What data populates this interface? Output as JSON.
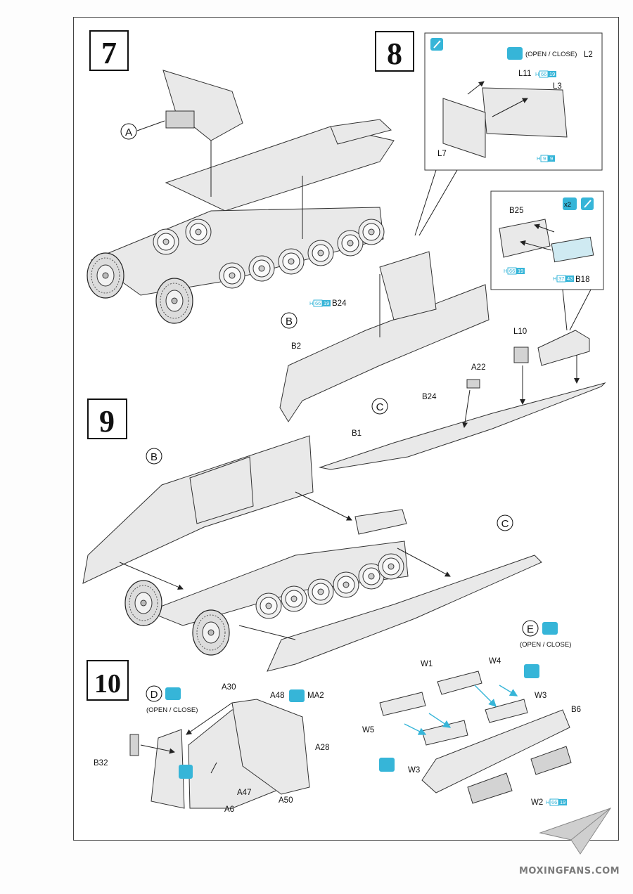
{
  "steps": {
    "s7": "7",
    "s8": "8",
    "s9": "9",
    "s10": "10"
  },
  "subassemblies": {
    "A": "A",
    "B": "B",
    "C": "C",
    "D": "D",
    "E": "E"
  },
  "notes": {
    "open_close_8": "(OPEN / CLOSE)",
    "open_close_e": "(OPEN / CLOSE)",
    "open_close_d": "(OPEN / CLOSE)",
    "x2": "x2"
  },
  "parts": {
    "L2": "L2",
    "L11": "L11",
    "L3": "L3",
    "L7": "L7",
    "B25": "B25",
    "B18": "B18",
    "B24_top": "B24",
    "B2": "B2",
    "L10": "L10",
    "A22": "A22",
    "B24": "B24",
    "B1": "B1",
    "W1": "W1",
    "W4": "W4",
    "W3a": "W3",
    "W5": "W5",
    "W3b": "W3",
    "B6": "B6",
    "W2": "W2",
    "A30": "A30",
    "A48": "A48",
    "MA2": "MA2",
    "A28": "A28",
    "B32": "B32",
    "A47": "A47",
    "A50": "A50",
    "A6": "A6"
  },
  "paint_codes": {
    "h66_19_a": {
      "h": "H",
      "c1": "66",
      "c2": "19"
    },
    "h9_9": {
      "h": "H",
      "c1": "9",
      "c2": "9"
    },
    "h66_19_b": {
      "h": "H",
      "c1": "66",
      "c2": "19"
    },
    "h37_43": {
      "h": "H",
      "c1": "37",
      "c2": "43"
    },
    "h66_19_c": {
      "h": "H",
      "c1": "66",
      "c2": "19"
    },
    "h66_19_d": {
      "h": "H",
      "c1": "66",
      "c2": "19"
    }
  },
  "watermark": "MOXINGFANS.COM",
  "colors": {
    "accent": "#36b5d8",
    "code_box": "#36b5d8",
    "line": "#222222",
    "part_fill": "#e9e9e9"
  },
  "icons": [
    "open-close-icon",
    "glue-icon",
    "no-glue-icon",
    "paper-plane-logo"
  ]
}
